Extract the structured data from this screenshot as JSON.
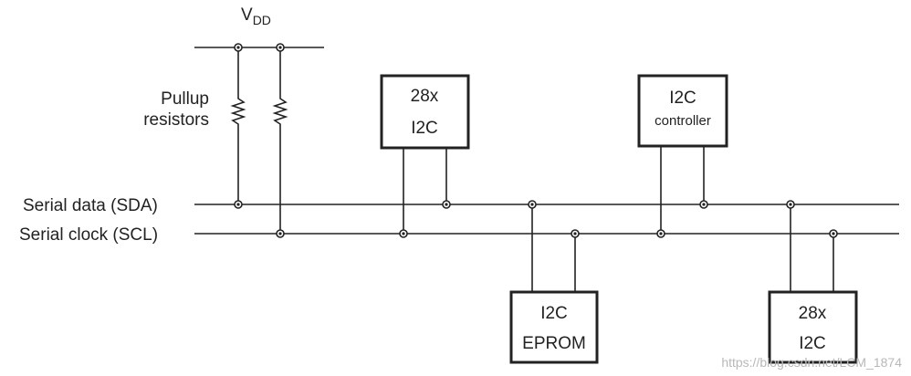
{
  "vdd": {
    "main": "V",
    "sub": "DD"
  },
  "labels": {
    "pullup_line1": "Pullup",
    "pullup_line2": "resistors",
    "sda": "Serial data (SDA)",
    "scl": "Serial clock (SCL)"
  },
  "devices": {
    "top_left": {
      "line1": "28x",
      "line2": "I2C"
    },
    "top_right": {
      "line1": "I2C",
      "line2": "controller"
    },
    "bottom_left": {
      "line1": "I2C",
      "line2": "EPROM"
    },
    "bottom_right": {
      "line1": "28x",
      "line2": "I2C"
    }
  },
  "watermark": "https://blog.csdn.net/LCM_1874"
}
